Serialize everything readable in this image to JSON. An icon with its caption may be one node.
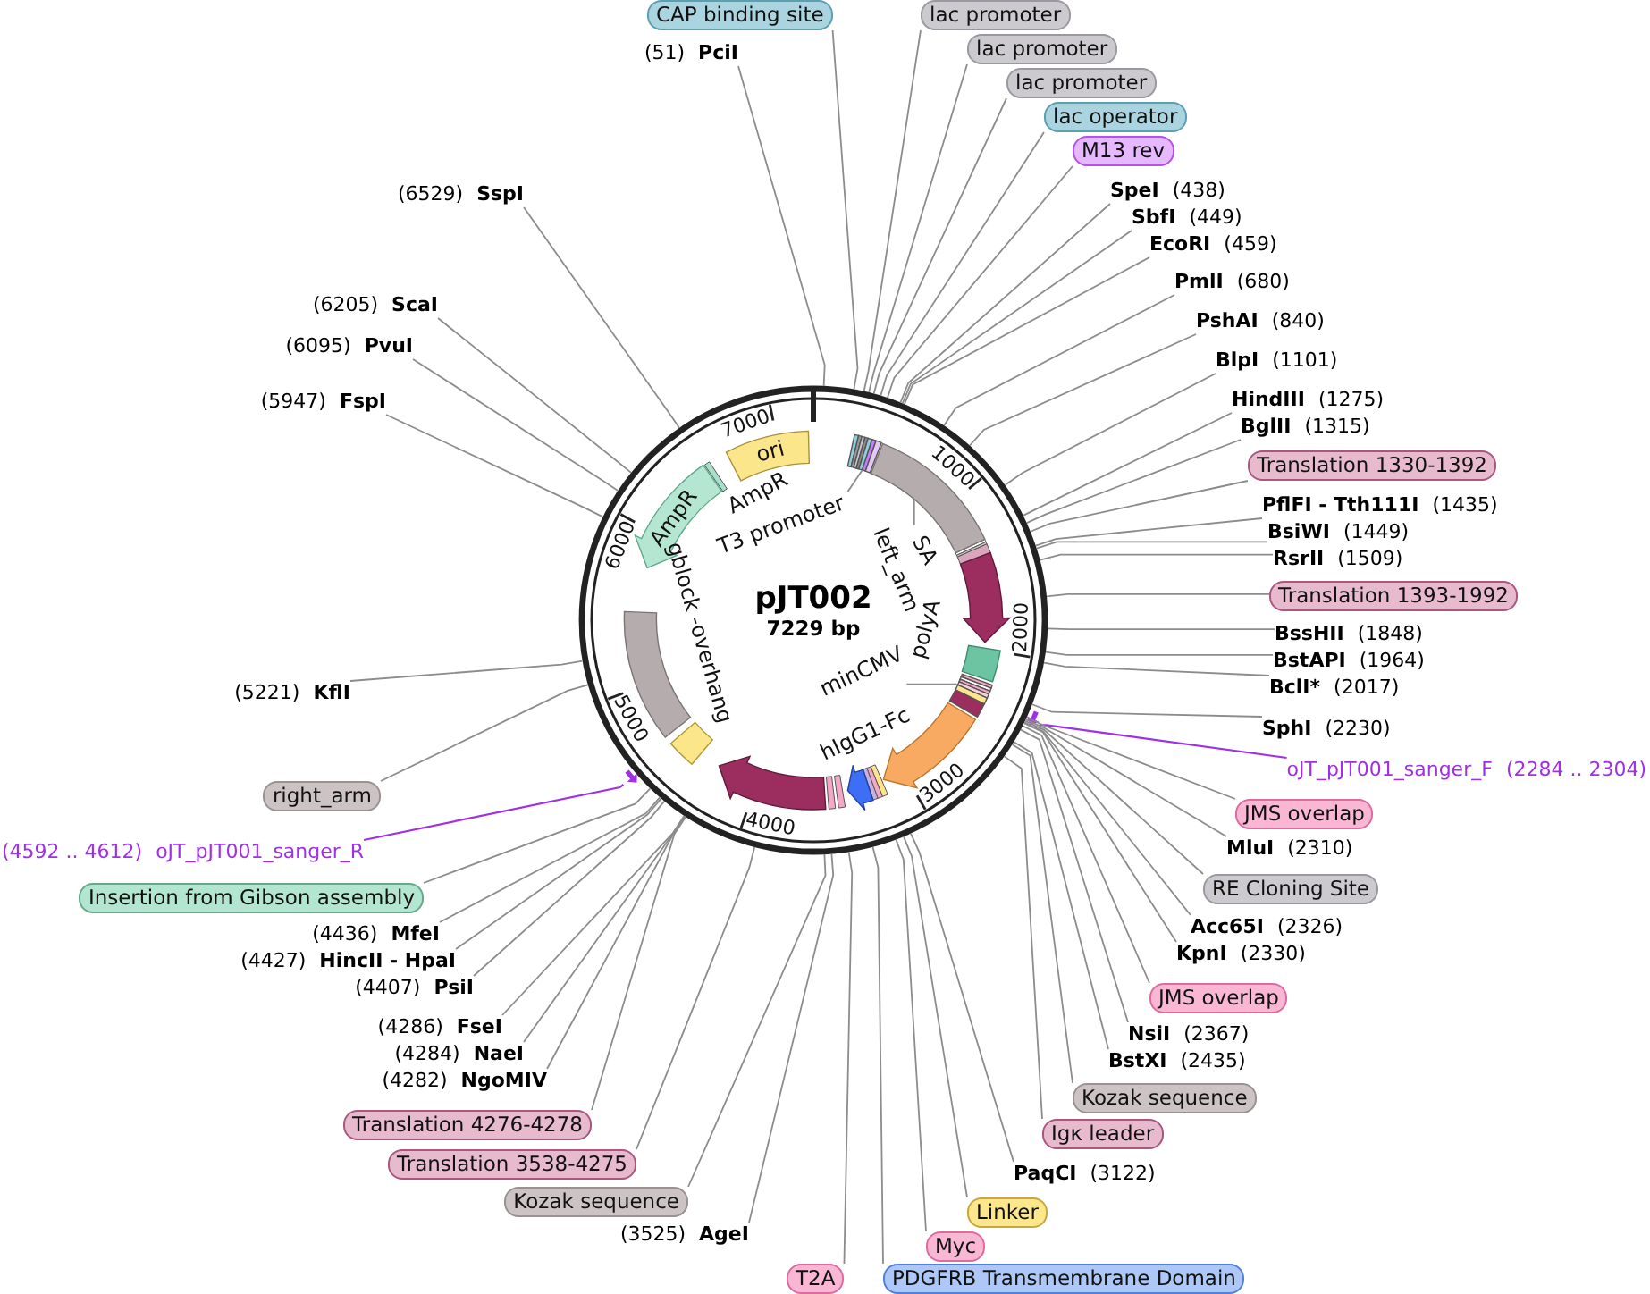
{
  "diagram": {
    "nodes": [
      {
        "text": [
          "pJT002",
          "7229 bp"
        ]
      },
      {
        "text": [
          "ori"
        ],
        "in": 0
      },
      {
        "text": [
          "AmpR"
        ],
        "in": 0
      },
      {
        "text": [],
        "shape": "box",
        "in": 0
      },
      {
        "text": [],
        "shape": "arrow",
        "in": 0
      },
      {
        "text": [],
        "shape": "box",
        "in": 0
      },
      {
        "text": [],
        "shape": "arrow",
        "in": 0,
        "beside": [
          "hIgG1-Fc"
        ]
      },
      {
        "text": [],
        "shape": "arrow",
        "in": 0
      },
      {
        "text": [],
        "shape": "arrow",
        "in": 0
      },
      {
        "text": [],
        "shape": "box",
        "in": 0
      },
      {
        "text": [],
        "shape": "box",
        "in": 0
      },
      {
        "text": [
          "T3 promoter"
        ],
        "in": 0
      },
      {
        "text": [
          "left_arm"
        ],
        "in": 0
      },
      {
        "text": [
          "minCMV"
        ],
        "in": 0
      },
      {
        "text": [],
        "shape": "arrow"
      },
      {
        "text": [],
        "shape": "arrow"
      },
      {
        "text": [
          "(51)",
          "PciI"
        ]
      },
      {
        "text": [
          "CAP binding site"
        ]
      },
      {
        "text": [
          "lac promoter"
        ]
      },
      {
        "text": [
          "lac promoter"
        ]
      },
      {
        "text": [
          "lac promoter"
        ]
      },
      {
        "text": [
          "lac operator"
        ]
      },
      {
        "text": [
          "M13 rev"
        ]
      },
      {
        "text": [
          "SpeI",
          "(438)"
        ]
      },
      {
        "text": [
          "SbfI",
          "(449)"
        ]
      },
      {
        "text": [
          "EcoRI",
          "(459)"
        ]
      },
      {
        "text": [
          "PmlI",
          "(680)"
        ]
      },
      {
        "text": [
          "PshAI",
          "(840)"
        ]
      },
      {
        "text": [
          "BlpI",
          "(1101)"
        ]
      },
      {
        "text": [
          "HindIII",
          "(1275)"
        ]
      },
      {
        "text": [
          "BglII",
          "(1315)"
        ]
      },
      {
        "text": [
          "Translation 1330-1392"
        ]
      },
      {
        "text": [
          "PflFI - Tth111I",
          "(1435)"
        ]
      },
      {
        "text": [
          "BsiWI",
          "(1449)"
        ]
      },
      {
        "text": [
          "RsrII",
          "(1509)"
        ]
      },
      {
        "text": [
          "Translation 1393-1992"
        ]
      },
      {
        "text": [
          "BssHII",
          "(1848)"
        ]
      },
      {
        "text": [
          "BstAPI",
          "(1964)"
        ]
      },
      {
        "text": [
          "BclI*",
          "(2017)"
        ]
      },
      {
        "text": [
          "SphI",
          "(2230)"
        ]
      },
      {
        "text": [
          "oJT_pJT001_sanger_F",
          "(2284 .. 2304)"
        ]
      },
      {
        "text": [
          "JMS overlap"
        ]
      },
      {
        "text": [
          "MluI",
          "(2310)"
        ]
      },
      {
        "text": [
          "RE Cloning Site"
        ]
      },
      {
        "text": [
          "Acc65I",
          "(2326)"
        ]
      },
      {
        "text": [
          "KpnI",
          "(2330)"
        ]
      },
      {
        "text": [
          "JMS overlap"
        ]
      },
      {
        "text": [
          "NsiI",
          "(2367)"
        ]
      },
      {
        "text": [
          "BstXI",
          "(2435)"
        ]
      },
      {
        "text": [
          "Kozak sequence"
        ]
      },
      {
        "text": [
          "Igκ leader"
        ]
      },
      {
        "text": [
          "PaqCI",
          "(3122)"
        ]
      },
      {
        "text": [
          "Linker"
        ]
      },
      {
        "text": [
          "Myc"
        ]
      },
      {
        "text": [
          "PDGFRB Transmembrane Domain"
        ]
      },
      {
        "text": [
          "T2A"
        ]
      },
      {
        "text": [
          "(3525)",
          "AgeI"
        ]
      },
      {
        "text": [
          "Kozak sequence"
        ]
      },
      {
        "text": [
          "Translation 3538-4275"
        ]
      },
      {
        "text": [
          "Translation 4276-4278"
        ]
      },
      {
        "text": [
          "(4282)",
          "NgoMIV"
        ]
      },
      {
        "text": [
          "(4284)",
          "NaeI"
        ]
      },
      {
        "text": [
          "(4286)",
          "FseI"
        ]
      },
      {
        "text": [
          "(4407)",
          "PsiI"
        ]
      },
      {
        "text": [
          "(4427)",
          "HincII - HpaI"
        ]
      },
      {
        "text": [
          "(4436)",
          "MfeI"
        ]
      },
      {
        "text": [
          "Insertion from Gibson assembly"
        ]
      },
      {
        "text": [
          "(4592 .. 4612)",
          "oJT_pJT001_sanger_R"
        ]
      },
      {
        "text": [
          "right_arm"
        ]
      },
      {
        "text": [
          "(5221)",
          "KflI"
        ]
      },
      {
        "text": [
          "(5947)",
          "FspI"
        ]
      },
      {
        "text": [
          "(6095)",
          "PvuI"
        ]
      },
      {
        "text": [
          "(6205)",
          "ScaI"
        ]
      },
      {
        "text": [
          "(6529)",
          "SspI"
        ]
      },
      {
        "text": [],
        "shape": "bar",
        "in": 0
      },
      {
        "text": [],
        "shape": "bar",
        "in": 0
      }
    ],
    "edges": [
      {
        "from": 11,
        "to": 74,
        "arrow": "none"
      },
      {
        "from": 12,
        "to": 3,
        "arrow": "none"
      },
      {
        "from": 13,
        "to": 75,
        "arrow": "none"
      },
      {
        "from": 16,
        "to": 0,
        "arrow": "none"
      },
      {
        "from": 17,
        "to": 0,
        "arrow": "none"
      },
      {
        "from": 18,
        "to": 0,
        "arrow": "none"
      },
      {
        "from": 19,
        "to": 0,
        "arrow": "none"
      },
      {
        "from": 20,
        "to": 0,
        "arrow": "none"
      },
      {
        "from": 21,
        "to": 0,
        "arrow": "none"
      },
      {
        "from": 22,
        "to": 0,
        "arrow": "none"
      },
      {
        "from": 23,
        "to": 0,
        "arrow": "none"
      },
      {
        "from": 24,
        "to": 0,
        "arrow": "none"
      },
      {
        "from": 25,
        "to": 0,
        "arrow": "none"
      },
      {
        "from": 26,
        "to": 0,
        "arrow": "none"
      },
      {
        "from": 27,
        "to": 0,
        "arrow": "none"
      },
      {
        "from": 28,
        "to": 0,
        "arrow": "none"
      },
      {
        "from": 29,
        "to": 0,
        "arrow": "none"
      },
      {
        "from": 30,
        "to": 0,
        "arrow": "none"
      },
      {
        "from": 31,
        "to": 0,
        "arrow": "none"
      },
      {
        "from": 32,
        "to": 0,
        "arrow": "none"
      },
      {
        "from": 33,
        "to": 0,
        "arrow": "none"
      },
      {
        "from": 34,
        "to": 0,
        "arrow": "none"
      },
      {
        "from": 35,
        "to": 0,
        "arrow": "none"
      },
      {
        "from": 36,
        "to": 0,
        "arrow": "none"
      },
      {
        "from": 37,
        "to": 0,
        "arrow": "none"
      },
      {
        "from": 38,
        "to": 0,
        "arrow": "none"
      },
      {
        "from": 39,
        "to": 0,
        "arrow": "none"
      },
      {
        "from": 40,
        "to": 14,
        "arrow": "none",
        "color": "#a030e8"
      },
      {
        "from": 41,
        "to": 0,
        "arrow": "none"
      },
      {
        "from": 42,
        "to": 0,
        "arrow": "none"
      },
      {
        "from": 43,
        "to": 0,
        "arrow": "none"
      },
      {
        "from": 44,
        "to": 0,
        "arrow": "none"
      },
      {
        "from": 45,
        "to": 0,
        "arrow": "none"
      },
      {
        "from": 46,
        "to": 0,
        "arrow": "none"
      },
      {
        "from": 47,
        "to": 0,
        "arrow": "none"
      },
      {
        "from": 48,
        "to": 0,
        "arrow": "none"
      },
      {
        "from": 49,
        "to": 0,
        "arrow": "none"
      },
      {
        "from": 50,
        "to": 0,
        "arrow": "none"
      },
      {
        "from": 51,
        "to": 0,
        "arrow": "none"
      },
      {
        "from": 52,
        "to": 0,
        "arrow": "none"
      },
      {
        "from": 53,
        "to": 0,
        "arrow": "none"
      },
      {
        "from": 54,
        "to": 0,
        "arrow": "none"
      },
      {
        "from": 55,
        "to": 0,
        "arrow": "none"
      },
      {
        "from": 56,
        "to": 0,
        "arrow": "none"
      },
      {
        "from": 57,
        "to": 0,
        "arrow": "none"
      },
      {
        "from": 58,
        "to": 0,
        "arrow": "none"
      },
      {
        "from": 59,
        "to": 0,
        "arrow": "none"
      },
      {
        "from": 60,
        "to": 0,
        "arrow": "none"
      },
      {
        "from": 61,
        "to": 0,
        "arrow": "none"
      },
      {
        "from": 62,
        "to": 0,
        "arrow": "none"
      },
      {
        "from": 63,
        "to": 0,
        "arrow": "none"
      },
      {
        "from": 64,
        "to": 0,
        "arrow": "none"
      },
      {
        "from": 65,
        "to": 0,
        "arrow": "none"
      },
      {
        "from": 66,
        "to": 0,
        "arrow": "none"
      },
      {
        "from": 67,
        "to": 15,
        "arrow": "none",
        "color": "#a030e8"
      },
      {
        "from": 68,
        "to": 0,
        "arrow": "none"
      },
      {
        "from": 69,
        "to": 0,
        "arrow": "none"
      },
      {
        "from": 70,
        "to": 0,
        "arrow": "none"
      },
      {
        "from": 71,
        "to": 0,
        "arrow": "none"
      },
      {
        "from": 72,
        "to": 0,
        "arrow": "none"
      },
      {
        "from": 73,
        "to": 0,
        "arrow": "none"
      }
    ],
    "labels": [
      "7000",
      "1000",
      "AmpR",
      "6000",
      "SA",
      "2000",
      "polyA",
      "gblock -overhang",
      "5000",
      "3000",
      "4000"
    ]
  }
}
